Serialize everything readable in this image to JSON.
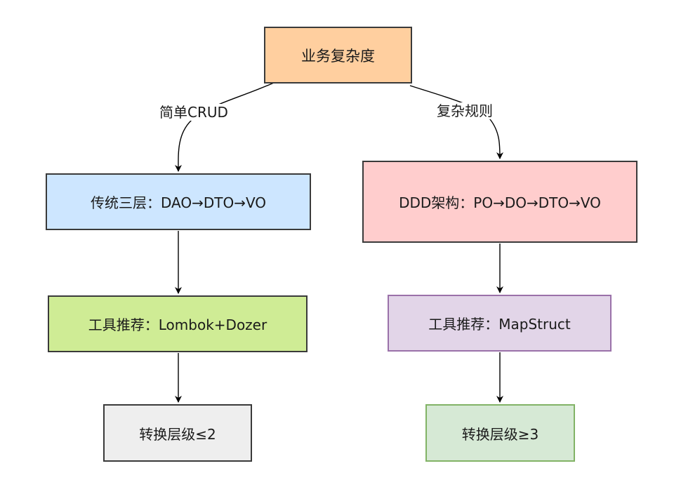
{
  "nodes": {
    "root": "业务复杂度",
    "left_level1": "传统三层：DAO→DTO→VO",
    "left_level2": "工具推荐：Lombok+Dozer",
    "left_level3": "转换层级≤2",
    "right_level1": "DDD架构：PO→DO→DTO→VO",
    "right_level2": "工具推荐：MapStruct",
    "right_level3": "转换层级≥3"
  },
  "edge_labels": {
    "left": "简单CRUD",
    "right": "复杂规则"
  },
  "colors": {
    "root_fill": "#ffcf9f",
    "left_level1_fill": "#cde6ff",
    "left_level2_fill": "#cfec95",
    "left_level3_fill": "#eeeeee",
    "right_level1_fill": "#ffcdcd",
    "right_level2_fill": "#e2d5e8",
    "right_level2_border": "#9a71a9",
    "right_level3_fill": "#d6e9d5",
    "right_level3_border": "#82b366",
    "edge": "#000000"
  }
}
